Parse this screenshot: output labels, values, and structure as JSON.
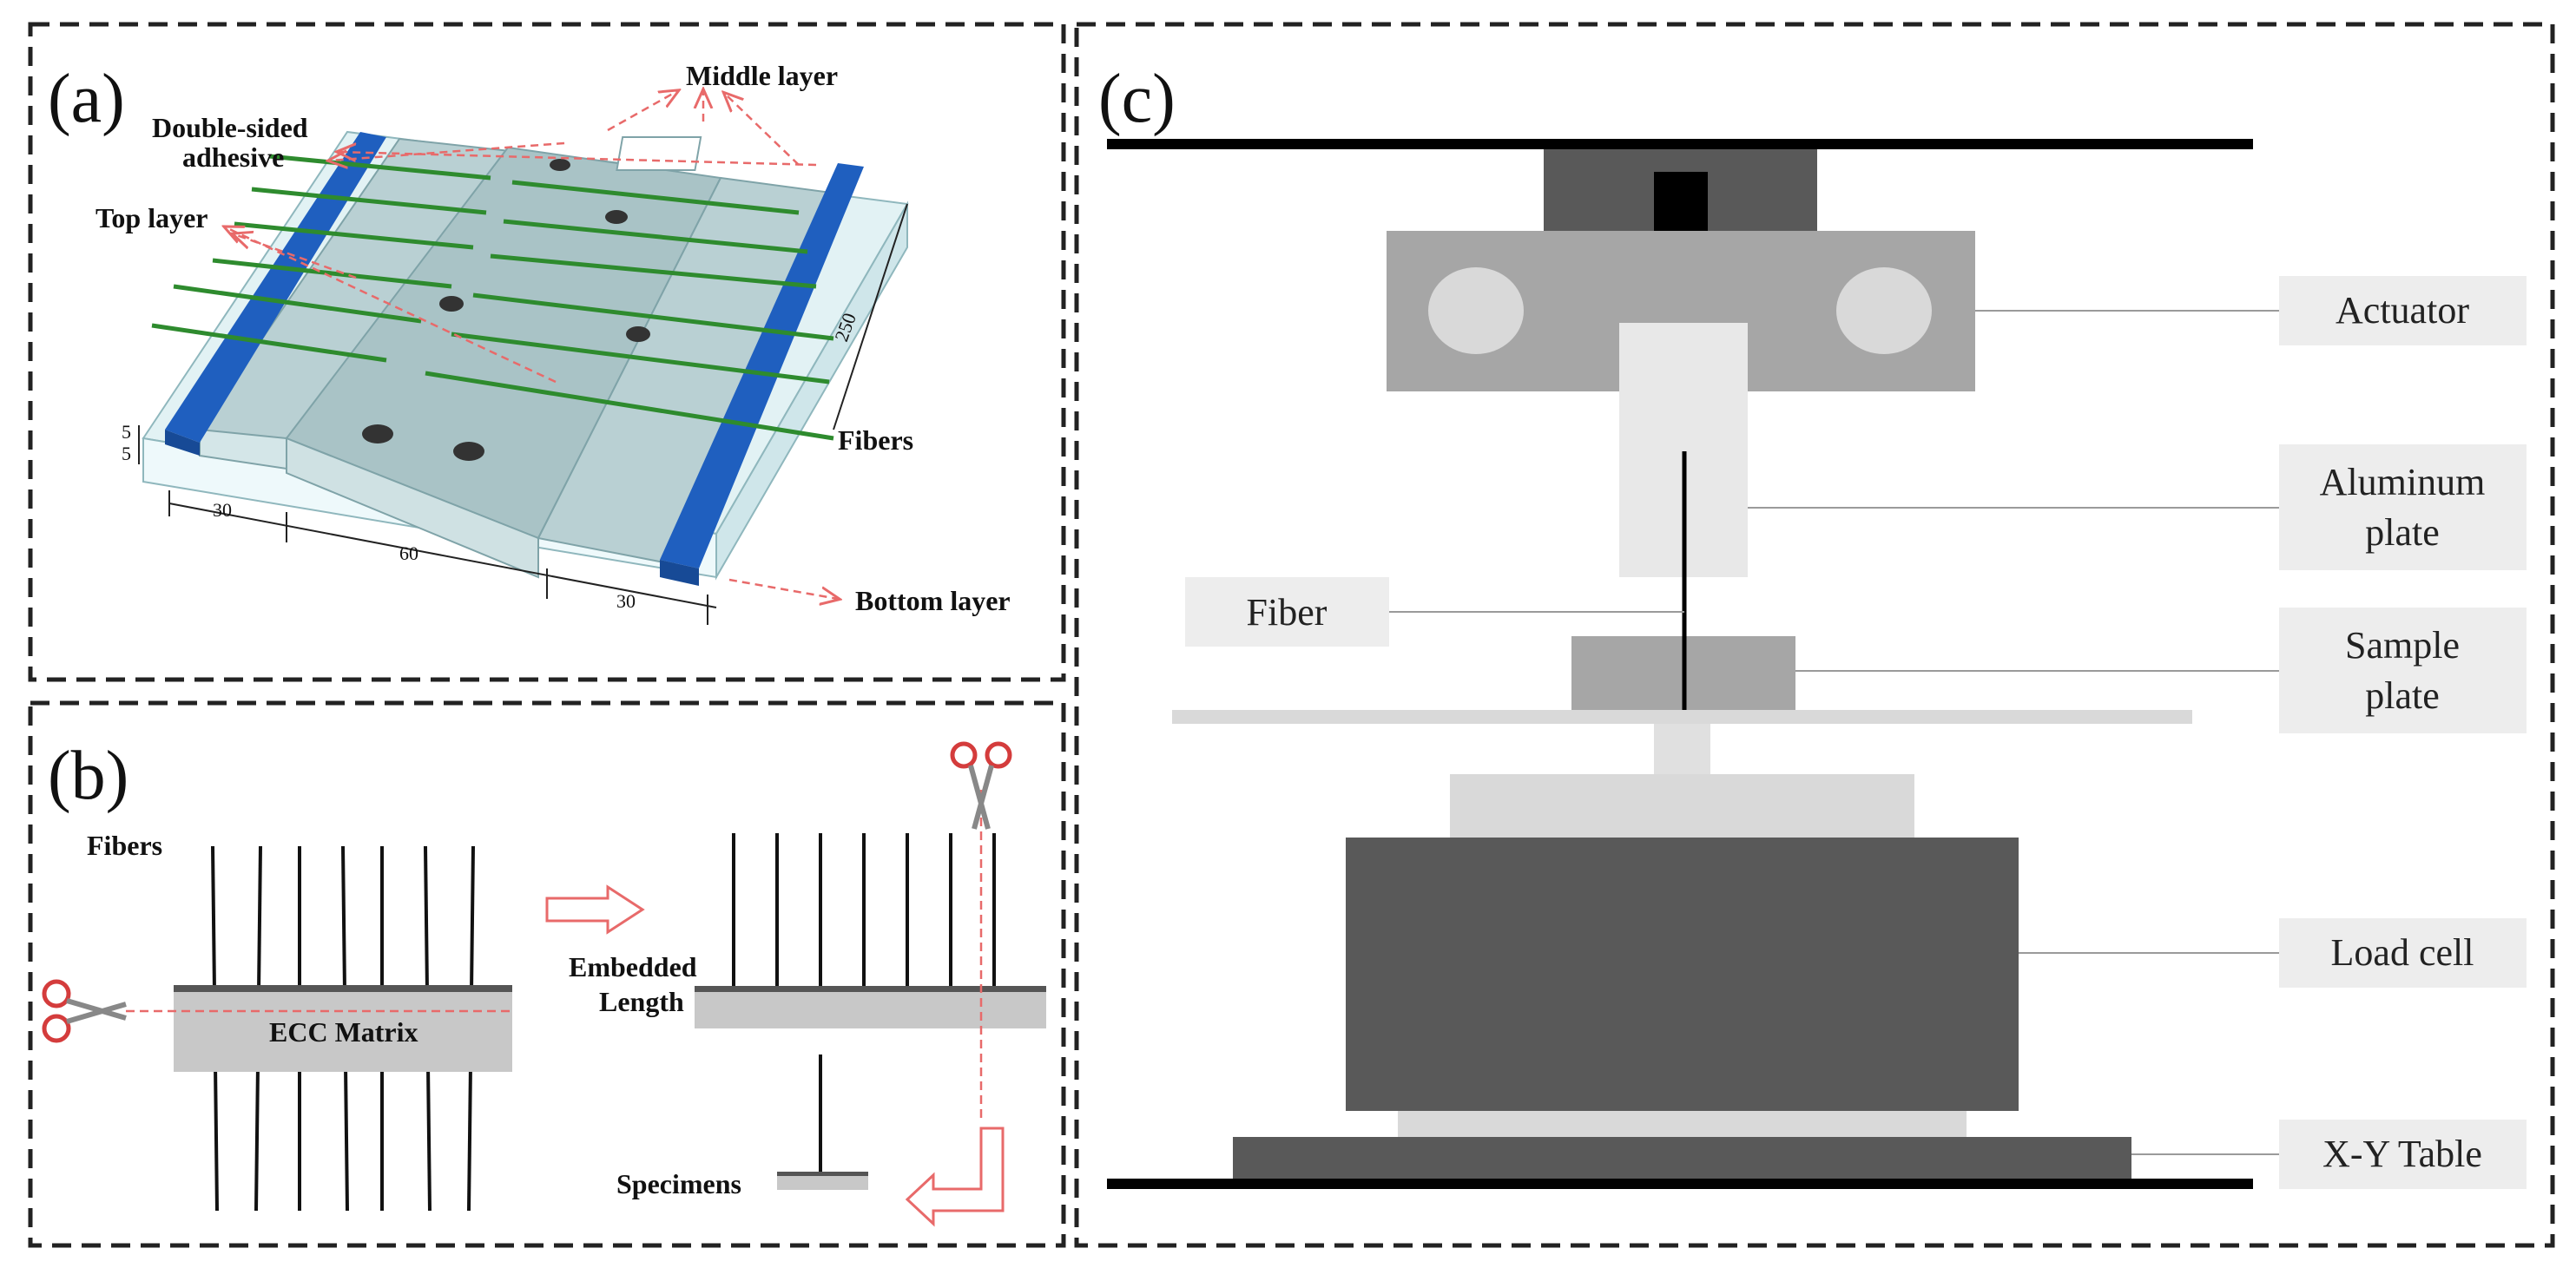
{
  "panels": {
    "a": {
      "label": "(a)",
      "middle_layer": "Middle layer",
      "double_sided_1": "Double-sided",
      "double_sided_2": "adhesive",
      "top_layer": "Top layer",
      "fibers": "Fibers",
      "bottom_layer": "Bottom layer",
      "dims": {
        "d250": "250",
        "d5a": "5",
        "d5b": "5",
        "d30a": "30",
        "d60": "60",
        "d30b": "30"
      }
    },
    "b": {
      "label": "(b)",
      "fibers": "Fibers",
      "matrix": "ECC Matrix",
      "embedded_1": "Embedded",
      "embedded_2": "Length",
      "specimens": "Specimens"
    },
    "c": {
      "label": "(c)",
      "actuator": "Actuator",
      "aluminum_1": "Aluminum",
      "aluminum_2": "plate",
      "fiber": "Fiber",
      "sample_1": "Sample",
      "sample_2": "plate",
      "load_cell": "Load cell",
      "xy_table": "X-Y Table"
    }
  },
  "colors": {
    "blue_strip": "#1f5fbf",
    "fiber_green": "#2e8b2e",
    "arrow_red": "#e86a6a",
    "dark_gray": "#595959",
    "mid_gray": "#a6a6a6",
    "light_gray": "#d9d9d9",
    "label_box": "#ededed"
  }
}
